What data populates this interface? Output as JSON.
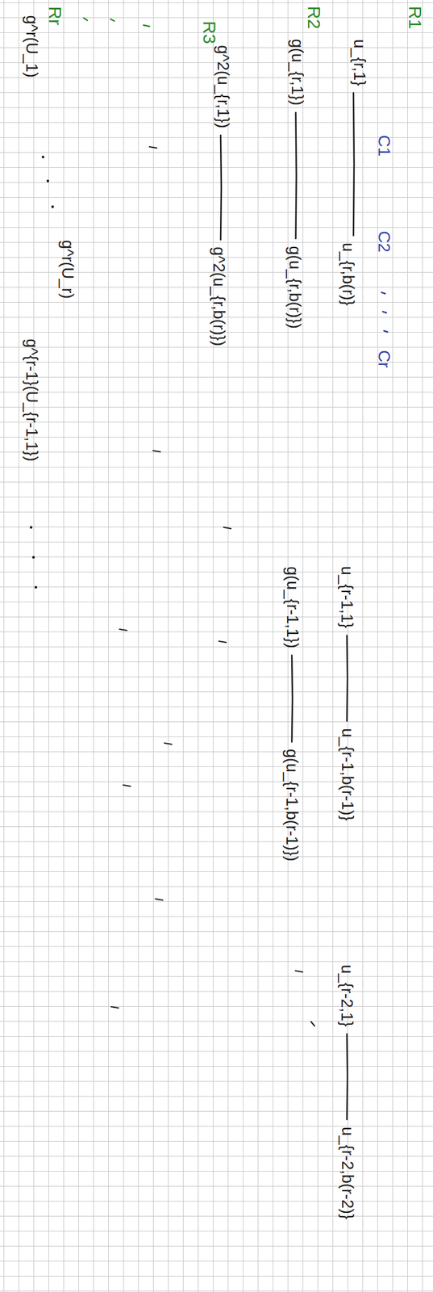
{
  "diagram": {
    "labels": [
      "R1",
      "R2",
      "R3",
      "Rr",
      "C1",
      "C2",
      "Cr",
      "u_{r,1}",
      "u_{r,b(r)}",
      "u_{r-1,1}",
      "u_{r-1,b(r-1)}",
      "u_{r-2,1}",
      "u_{r-2,b(r-2)}",
      "g(u_{r,1})",
      "g(u_{r,b(r)})",
      "g(u_{r-1,1})",
      "g(u_{r-1,b(r-1)})",
      "g^2(u_{r,1})",
      "g^2(u_{r,b(r)})",
      "g^r(U_1)",
      "g^r(U_r)",
      "g^{r-1}(U_{r-1,1})"
    ]
  }
}
